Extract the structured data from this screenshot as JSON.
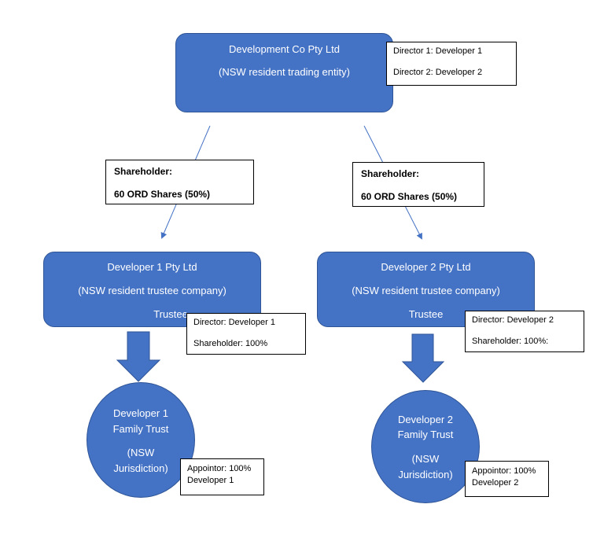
{
  "colors": {
    "entity_fill": "#4472C4",
    "entity_border": "#2F5597",
    "connector": "#4472C4"
  },
  "top_entity": {
    "name": "Development Co Pty Ltd",
    "description": "(NSW resident trading entity)",
    "directors": [
      "Director 1: Developer 1",
      "Director 2: Developer 2"
    ]
  },
  "shareholdings": [
    {
      "label": "Shareholder:",
      "shares": "60 ORD Shares (50%)"
    },
    {
      "label": "Shareholder:",
      "shares": "60 ORD Shares (50%)"
    }
  ],
  "trustee_companies": [
    {
      "name": "Developer 1 Pty Ltd",
      "description": "(NSW resident trustee company)",
      "role": "Trustee",
      "director": "Director: Developer 1",
      "shareholder": "Shareholder: 100%"
    },
    {
      "name": "Developer 2 Pty Ltd",
      "description": "(NSW resident trustee company)",
      "role": "Trustee",
      "director": "Director: Developer 2",
      "shareholder": "Shareholder: 100%:"
    }
  ],
  "trusts": [
    {
      "name_line1": "Developer 1",
      "name_line2": "Family Trust",
      "jurisdiction_line1": "(NSW",
      "jurisdiction_line2": "Jurisdiction)",
      "appointor_line1": "Appointor: 100%",
      "appointor_line2": "Developer 1"
    },
    {
      "name_line1": "Developer 2",
      "name_line2": "Family Trust",
      "jurisdiction_line1": "(NSW",
      "jurisdiction_line2": "Jurisdiction)",
      "appointor_line1": "Appointor: 100%",
      "appointor_line2": "Developer 2"
    }
  ]
}
